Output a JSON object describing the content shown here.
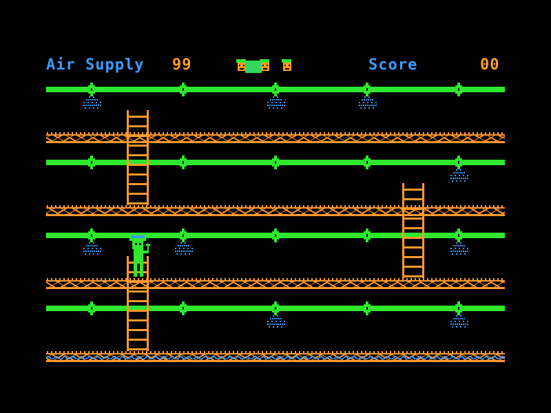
{
  "hud": {
    "air_label": "Air Supply",
    "air_value": "99",
    "score_label": "Score",
    "score_value": "00",
    "lives_icons": [
      "miner-head-icon",
      "miner-head-icon",
      "miner-head-icon"
    ]
  },
  "colors": {
    "background": "#000000",
    "pipe": "#2ee82e",
    "valve": "#2ee82e",
    "girder": "#ff9a2e",
    "ladder": "#ff9a2e",
    "leak": "#3b9cff",
    "water": "#3b9cff",
    "hud_label": "#3b9cff",
    "hud_value": "#ff9a2e",
    "player_body": "#2ee82e",
    "player_face": "#ff9a2e",
    "player_cap": "#3b9cff"
  },
  "level": {
    "pipes": 4,
    "girders": 4,
    "ladders": 3,
    "valves_per_pipe": 5,
    "leaks": [
      {
        "pipe": 1,
        "valve": 1
      },
      {
        "pipe": 1,
        "valve": 3
      },
      {
        "pipe": 1,
        "valve": 4
      },
      {
        "pipe": 2,
        "valve": 5
      },
      {
        "pipe": 3,
        "valve": 1
      },
      {
        "pipe": 3,
        "valve": 2
      },
      {
        "pipe": 3,
        "valve": 5
      },
      {
        "pipe": 4,
        "valve": 3
      },
      {
        "pipe": 4,
        "valve": 5
      }
    ]
  }
}
